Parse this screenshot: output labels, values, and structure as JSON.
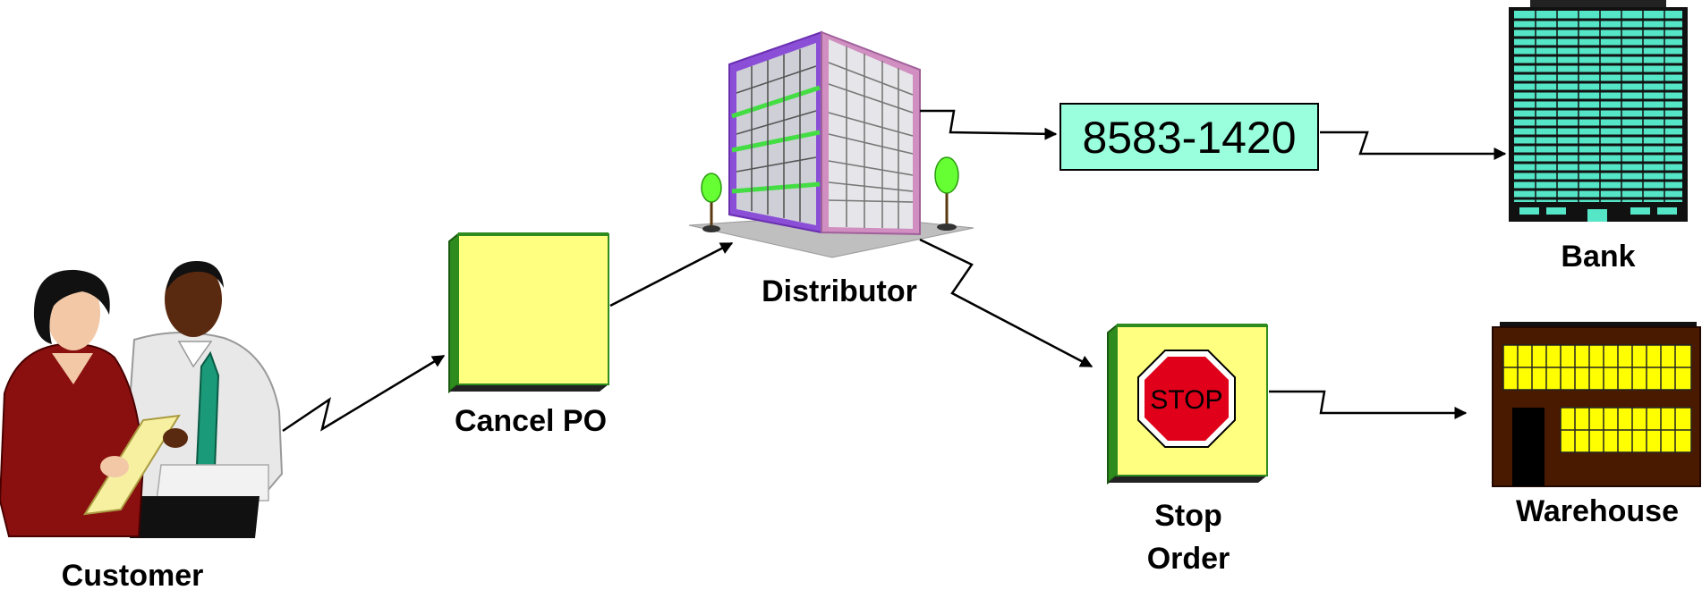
{
  "nodes": {
    "customer": {
      "label": "Customer"
    },
    "cancel_po": {
      "label": "Cancel PO"
    },
    "distributor": {
      "label": "Distributor"
    },
    "code_box": {
      "text": "8583-1420"
    },
    "bank": {
      "label": "Bank"
    },
    "stop_order": {
      "label_line1": "Stop",
      "label_line2": "Order",
      "sign_text": "STOP"
    },
    "warehouse": {
      "label": "Warehouse"
    }
  },
  "colors": {
    "yellow_box": "#ffff80",
    "green_side": "#2e8b1e",
    "code_box_fill": "#99ffdd",
    "bank_teal": "#55e6c8",
    "warehouse_brown": "#4a1a00",
    "warehouse_window": "#ffff00",
    "stop_red": "#e0001a",
    "building_purple": "#8a4fd6",
    "building_pink": "#d08fc0",
    "tree_green": "#66ff33"
  },
  "icons": [
    "two-people-clipart-icon",
    "office-building-icon",
    "stop-sign-icon",
    "bank-tower-icon",
    "warehouse-icon"
  ]
}
